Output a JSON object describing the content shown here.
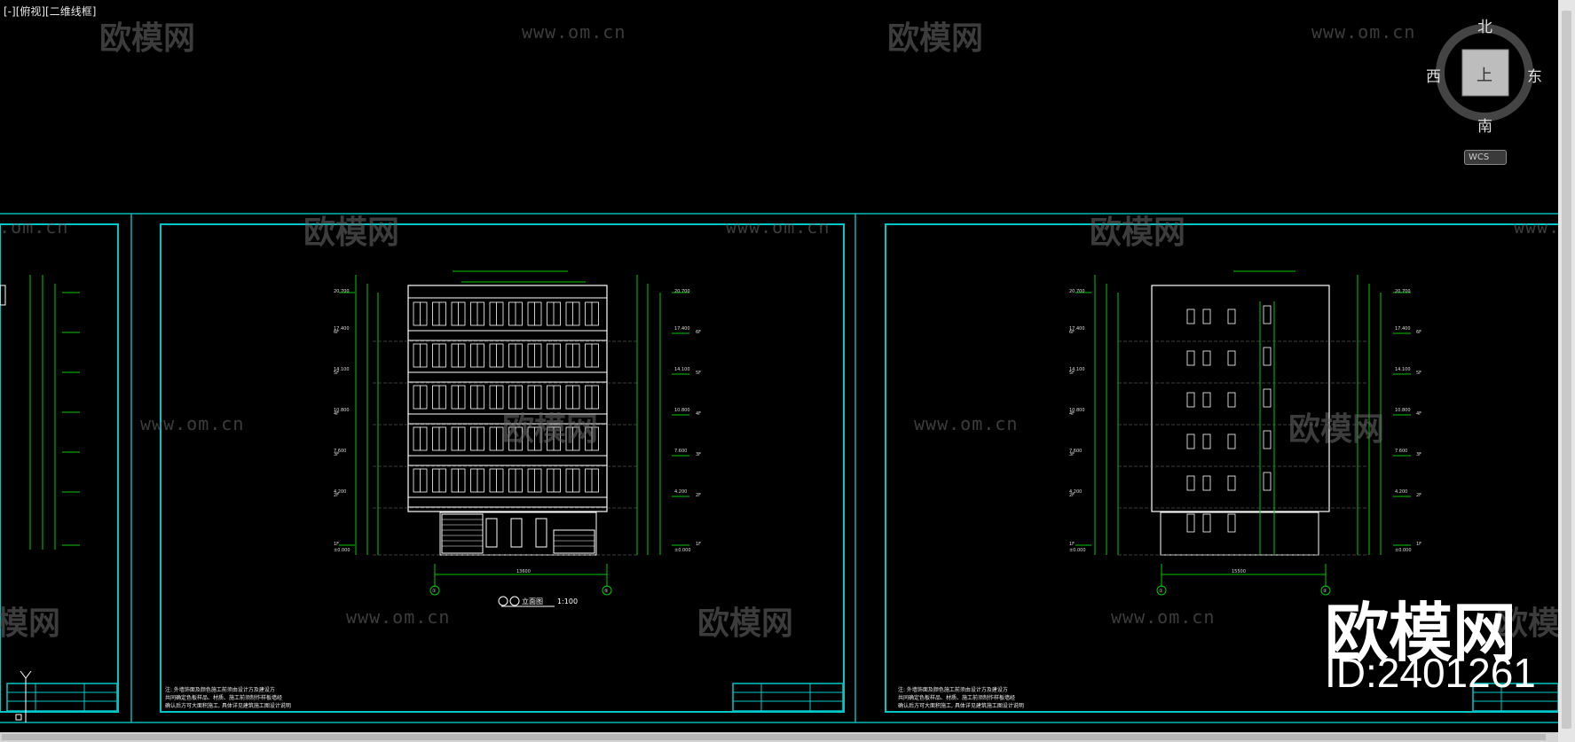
{
  "viewport": {
    "label": "[-][俯视][二维线框]"
  },
  "viewcube": {
    "north": "北",
    "south": "南",
    "west": "西",
    "east": "东",
    "top_face": "上",
    "wcs": "WCS"
  },
  "watermark": {
    "logo": "欧模网",
    "url": "www.om.cn",
    "big_logo": "欧模网",
    "id": "ID:2401261"
  },
  "drawings": {
    "left_elevation": {
      "title": "立面图",
      "scale": "1:100",
      "axis_start": "①",
      "axis_end": "⑤",
      "total_width": "13600"
    },
    "right_elevation": {
      "axis_start": "①",
      "axis_end": "②",
      "total_width": "15500"
    },
    "floors": [
      "1F",
      "2F",
      "3F",
      "4F",
      "5F",
      "6F"
    ],
    "elevations": [
      "±0.000",
      "4.200",
      "7.600",
      "10.800",
      "14.100",
      "17.400",
      "20.700"
    ],
    "notes": {
      "left": [
        "注: 外墙饰面及颜色施工前须由设计方及建设方",
        "共同确定色板样品、材质、施工前须制作样板墙经",
        "确认后方可大面积施工, 具体详见建筑施工图设计说明"
      ],
      "right": [
        "注: 外墙饰面及颜色施工前须由设计方及建设方",
        "共同确定色板样品、材质、施工前须制作样板墙经",
        "确认后方可大面积施工, 具体详见建筑施工图设计说明"
      ]
    }
  },
  "colors": {
    "frame": "#00c8c8",
    "dimension": "#00c800",
    "building": "#ffffff",
    "background": "#000000"
  }
}
